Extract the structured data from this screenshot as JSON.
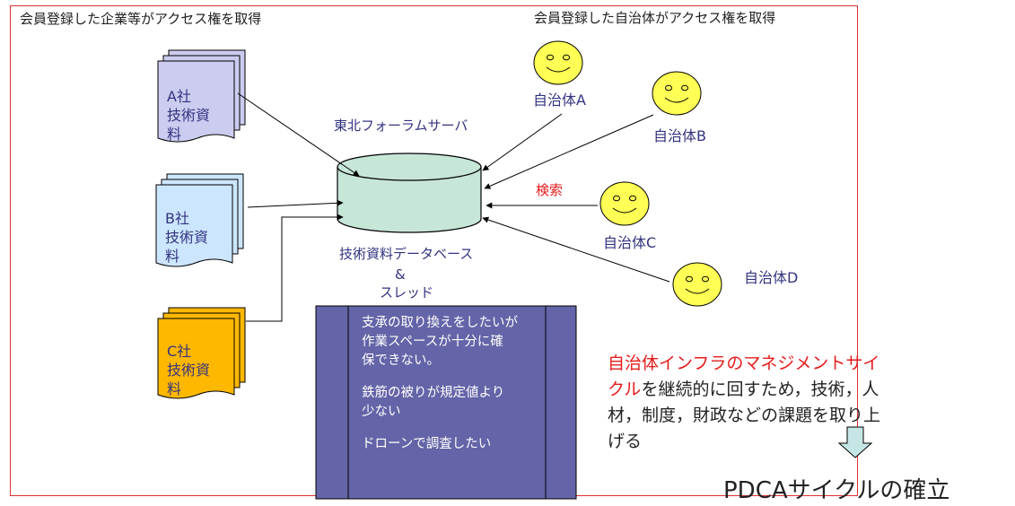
{
  "header": {
    "left_label": "会員登録した企業等がアクセス権を取得",
    "right_label": "会員登録した自治体がアクセス権を取得"
  },
  "server": {
    "title": "東北フォーラムサーバ",
    "db_label_line1": "技術資料データベース",
    "db_label_line2": "&",
    "db_label_line3": "スレッド"
  },
  "documents": [
    {
      "label": "A社\n技術資\n料",
      "color": "#ccccf0"
    },
    {
      "label": "B社\n技術資\n料",
      "color": "#cce6ff"
    },
    {
      "label": "C社\n技術資\n料",
      "color": "#ffb800"
    }
  ],
  "municipalities": [
    {
      "label": "自治体A"
    },
    {
      "label": "自治体B"
    },
    {
      "label": "自治体C"
    },
    {
      "label": "自治体D"
    }
  ],
  "search_label": "検索",
  "thread_posts": [
    "支承の取り換えをしたいが\n作業スペースが十分に確\n保できない。",
    "鉄筋の被りが規定値より\n少ない",
    "ドローンで調査したい"
  ],
  "description": {
    "highlight": "自治体インフラのマネジメントサイクル",
    "rest": "を継続的に回すため，技術，人材，制度，財政などの課題を取り上げる"
  },
  "pdca_label": "PDCAサイクルの確立",
  "colors": {
    "frame": "#e03030",
    "database": "#c6e6d8",
    "face": "#ffff55",
    "thread_panel": "#6464a8",
    "down_arrow": "#c6e6e6",
    "search_text": "#e51c1c",
    "highlight_text": "#e51c1c"
  }
}
